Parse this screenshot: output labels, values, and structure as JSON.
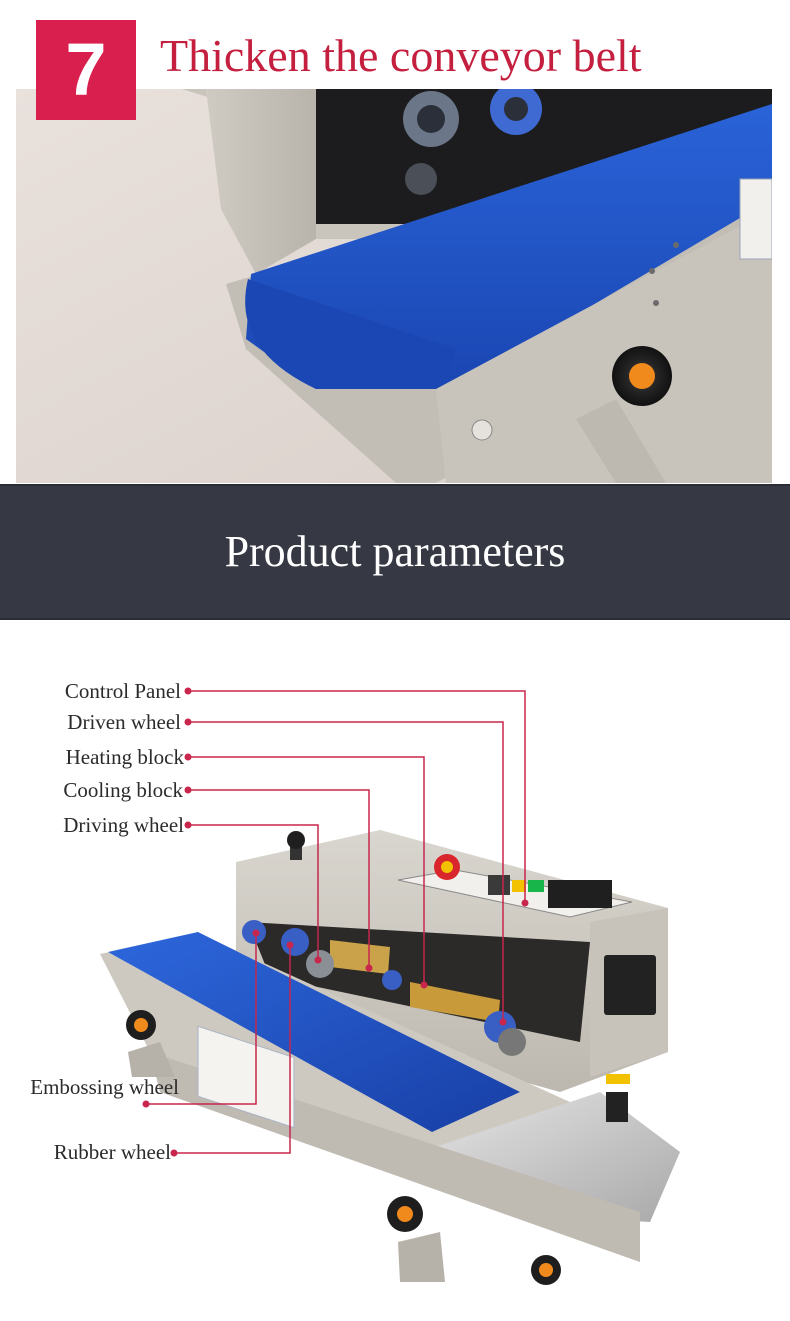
{
  "section": {
    "number": "7",
    "title": "Thicken the conveyor belt"
  },
  "banner": {
    "title": "Product parameters"
  },
  "diagram": {
    "labels": {
      "control_panel": "Control Panel",
      "driven_wheel": "Driven wheel",
      "heating_block": "Heating block",
      "cooling_block": "Cooling block",
      "driving_wheel": "Driving wheel",
      "embossing_wheel": "Embossing wheel",
      "rubber_wheel": "Rubber wheel"
    },
    "leader_color": "#c8264c"
  },
  "colors": {
    "accent": "#d81f4d",
    "title_red": "#c41f3e",
    "banner_bg": "#363944",
    "belt_blue": "#1d4fc4",
    "knob_orange": "#f08a1c"
  }
}
